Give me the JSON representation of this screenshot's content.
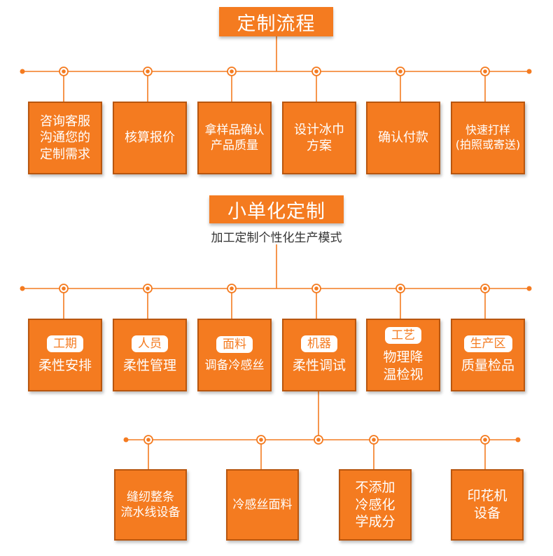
{
  "colors": {
    "accent": "#f47b20",
    "border": "#b8560f",
    "text_dark": "#333333"
  },
  "section1": {
    "title": "定制流程",
    "steps": [
      "咨询客服\n沟通您的\n定制需求",
      "核算报价",
      "拿样品确认\n产品质量",
      "设计冰巾\n方案",
      "确认付款",
      "快速打样\n(拍照或寄送)"
    ]
  },
  "section2": {
    "title": "小单化定制",
    "subtitle": "加工定制个性化生产模式",
    "items": [
      {
        "tag": "工期",
        "text": "柔性安排"
      },
      {
        "tag": "人员",
        "text": "柔性管理"
      },
      {
        "tag": "面料",
        "text": "调备冷感丝"
      },
      {
        "tag": "机器",
        "text": "柔性调试"
      },
      {
        "tag": "工艺",
        "text": "物理降\n温检视"
      },
      {
        "tag": "生产区",
        "text": "质量检品"
      }
    ],
    "machines": [
      "缝纫整条\n流水线设备",
      "冷感丝面料",
      "不添加\n冷感化\n学成分",
      "印花机\n设备"
    ]
  }
}
